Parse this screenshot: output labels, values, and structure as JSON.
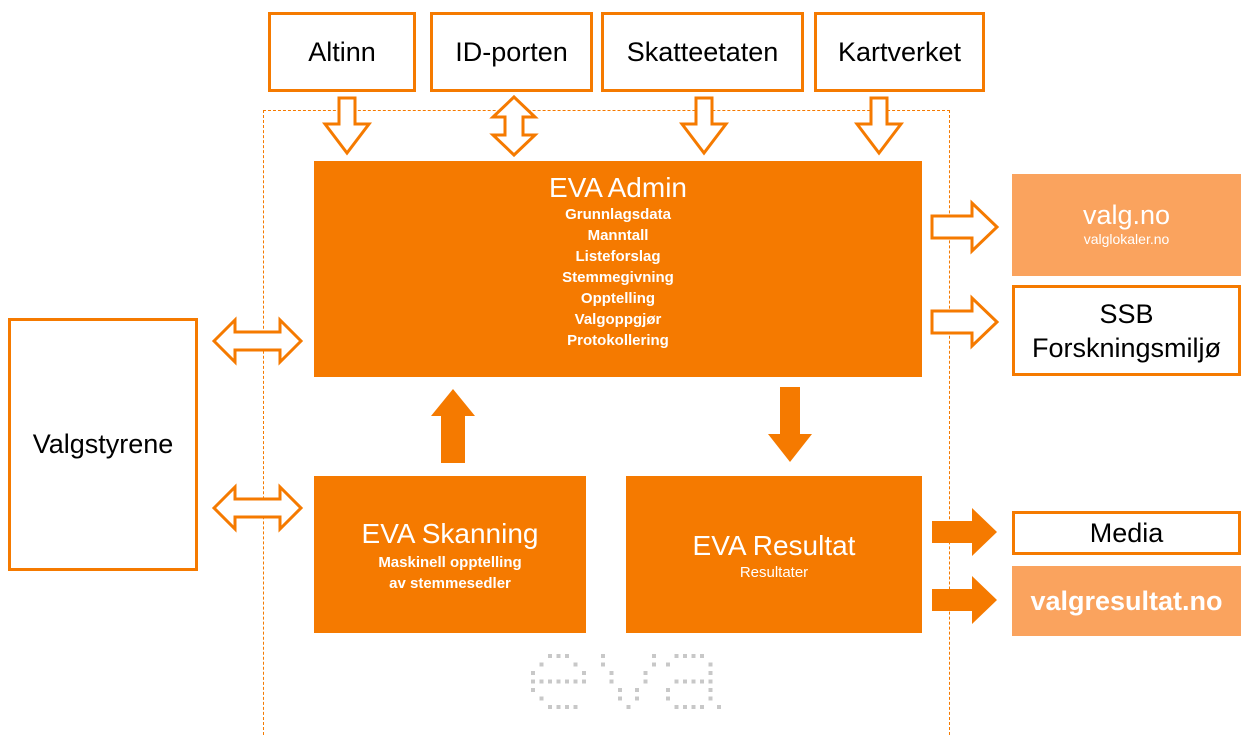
{
  "sources": [
    "Altinn",
    "ID-porten",
    "Skatteetaten",
    "Kartverket"
  ],
  "admin": {
    "title": "EVA Admin",
    "items": [
      "Grunnlagsdata",
      "Manntall",
      "Listeforslag",
      "Stemmegivning",
      "Opptelling",
      "Valgoppgjør",
      "Protokollering"
    ]
  },
  "skanning": {
    "title": "EVA Skanning",
    "subtitle_line1": "Maskinell opptelling",
    "subtitle_line2": "av stemmesedler"
  },
  "resultat": {
    "title": "EVA Resultat",
    "subtitle": "Resultater"
  },
  "left": {
    "label": "Valgstyrene"
  },
  "outputs": {
    "valg_title": "valg.no",
    "valg_sub": "valglokaler.no",
    "ssb_line1": "SSB",
    "ssb_line2": "Forskningsmiljø",
    "media": "Media",
    "valgresultat": "valgresultat.no"
  },
  "logo": {
    "text": "eva"
  },
  "colors": {
    "accent": "#f57a00",
    "light_accent": "#faa35e"
  }
}
